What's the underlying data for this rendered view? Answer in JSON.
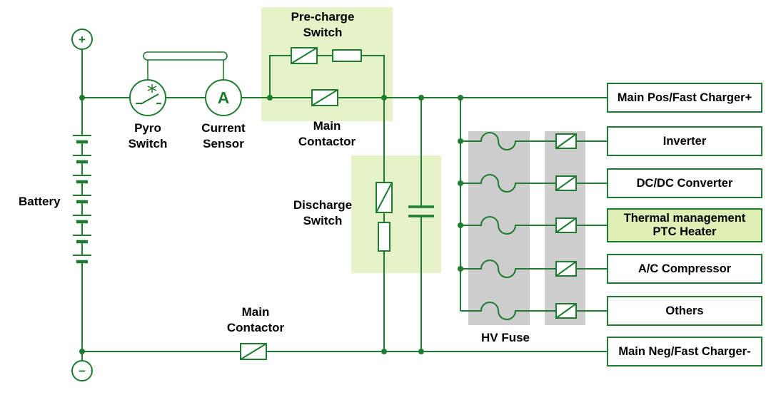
{
  "colors": {
    "wire_green": "#1e7b2f",
    "highlight_green": "#e6f3c8",
    "ptc_fill_green": "#ddefb4",
    "column_gray": "#cdcdcd",
    "label_text": "#000000",
    "background": "#ffffff"
  },
  "battery": {
    "label": "Battery",
    "positive_terminal": "+",
    "negative_terminal": "−"
  },
  "components": {
    "pyro_switch": "Pyro Switch",
    "current_sensor": "Current Sensor",
    "current_sensor_symbol": "A",
    "precharge_switch": "Pre-charge Switch",
    "main_contactor_positive": "Main Contactor",
    "discharge_switch": "Discharge Switch",
    "main_contactor_negative": "Main Contactor",
    "hv_fuse": "HV Fuse"
  },
  "outputs": [
    {
      "label": "Main Pos/Fast Charger+",
      "highlighted": false
    },
    {
      "label": "Inverter",
      "highlighted": false
    },
    {
      "label": "DC/DC Converter",
      "highlighted": false
    },
    {
      "label": "Thermal management PTC Heater",
      "highlighted": true
    },
    {
      "label": "A/C Compressor",
      "highlighted": false
    },
    {
      "label": "Others",
      "highlighted": false
    },
    {
      "label": "Main Neg/Fast Charger-",
      "highlighted": false
    }
  ]
}
